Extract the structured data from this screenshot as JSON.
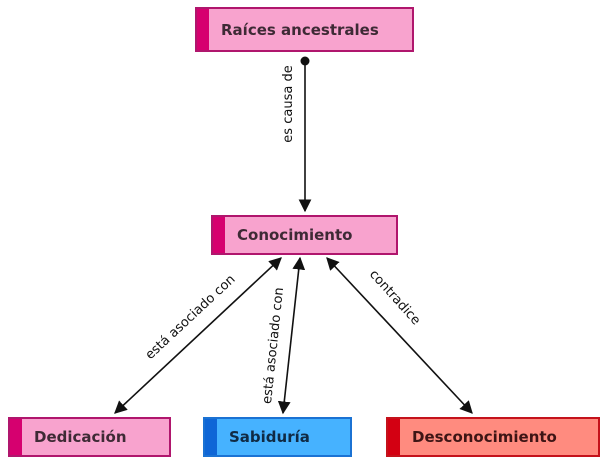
{
  "nodes": {
    "raices": {
      "label": "Raíces ancestrales"
    },
    "conocimiento": {
      "label": "Conocimiento"
    },
    "dedicacion": {
      "label": "Dedicación"
    },
    "sabiduria": {
      "label": "Sabiduría"
    },
    "desconocimiento": {
      "label": "Desconocimiento"
    }
  },
  "edges": {
    "raices_conocimiento": {
      "label": "es causa de"
    },
    "conocimiento_dedicacion": {
      "label": "está asociado con"
    },
    "conocimiento_sabiduria": {
      "label": "está asociado con"
    },
    "conocimiento_desconocimiento": {
      "label": "contradice"
    }
  },
  "colors": {
    "pink_fill": "#f8a3ce",
    "pink_accent": "#d6006f",
    "blue_fill": "#46b2ff",
    "blue_accent": "#0f66d6",
    "red_fill": "#ff8b7f",
    "red_accent": "#d30012"
  }
}
